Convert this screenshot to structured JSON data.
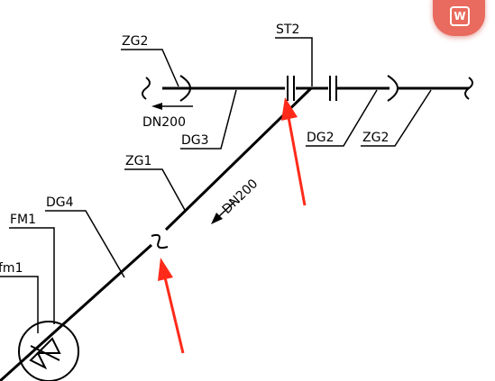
{
  "labels": {
    "zg2_left": "ZG2",
    "st2": "ST2",
    "dn200_top": "DN200",
    "dg3": "DG3",
    "dg2": "DG2",
    "zg2_right": "ZG2",
    "zg1": "ZG1",
    "dn200_diag": "DN200",
    "dg4": "DG4",
    "fm1_upper": "FM1",
    "fm1_lower": "fm1"
  },
  "badge": {
    "icon": "wps-office-icon",
    "color": "#e96a5e"
  },
  "annotation_color": "#ff2a1a"
}
